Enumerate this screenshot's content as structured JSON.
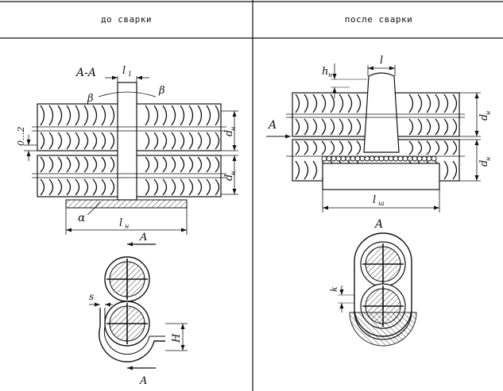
{
  "header": {
    "left": "до сварки",
    "right": "после сварки"
  },
  "left_view": {
    "section_label": "A-A",
    "gap_label": "0...2",
    "top_length": "l",
    "top_length_sub": "1",
    "bevel_label_left": "β",
    "bevel_label_right": "β",
    "diameter_label_1": "d",
    "diameter_label_1_sub": "н",
    "diameter_label_2": "d",
    "diameter_label_2_sub": "н",
    "angle_label": "α",
    "base_length": "l",
    "base_length_sub": "н",
    "section_marker": "A",
    "section_marker_bottom": "A",
    "s_label": "s",
    "h_label": "H"
  },
  "right_view": {
    "h_label": "h",
    "h_label_sub": "н",
    "top_length": "l",
    "arrow_label": "A",
    "diameter_label_1": "d",
    "diameter_label_1_sub": "н",
    "diameter_label_2": "d",
    "diameter_label_2_sub": "н",
    "base_length": "l",
    "base_length_sub": "ш",
    "section_marker": "A",
    "k_label": "k"
  }
}
